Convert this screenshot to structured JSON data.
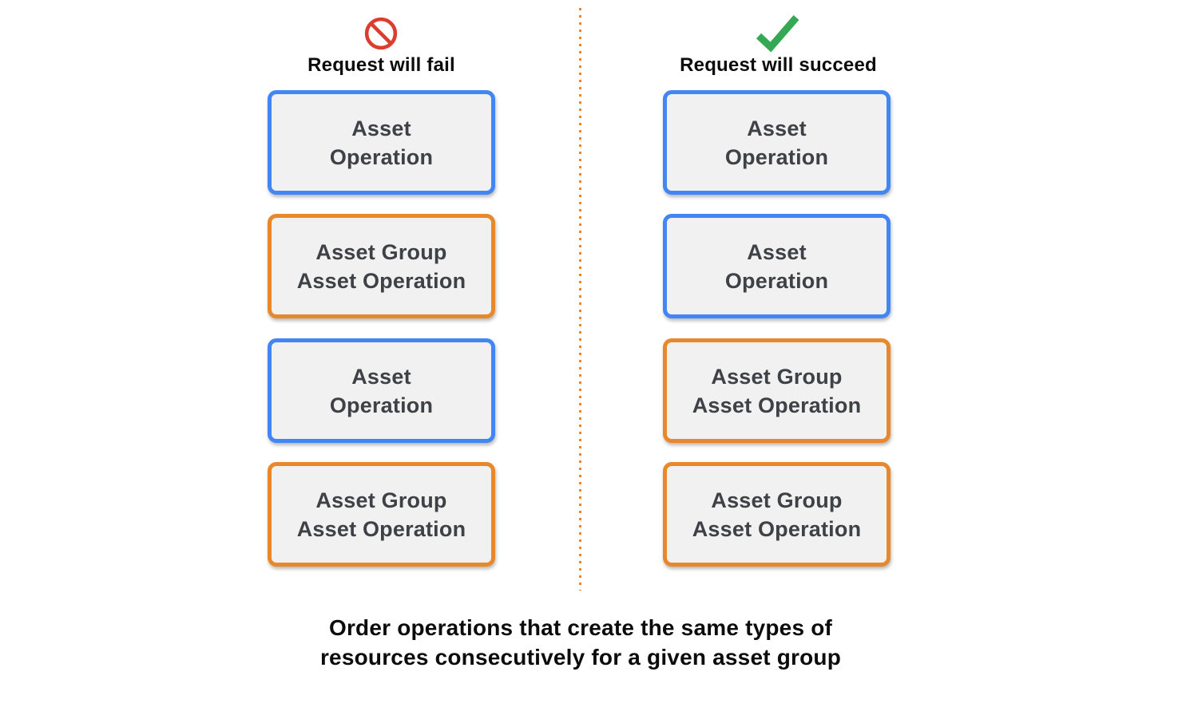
{
  "colors": {
    "blue_border": "#4285f4",
    "orange_border": "#e8882b",
    "box_fill": "#f1f1f1",
    "box_text": "#3e4145",
    "prohibited_red": "#db3d2e",
    "check_green": "#34a853",
    "divider_orange": "#e8882b"
  },
  "columns": [
    {
      "id": "fail",
      "icon": "prohibited-icon",
      "header": "Request will fail",
      "boxes": [
        {
          "line1": "Asset",
          "line2": "Operation",
          "border": "blue"
        },
        {
          "line1": "Asset Group",
          "line2": "Asset Operation",
          "border": "orange"
        },
        {
          "line1": "Asset",
          "line2": "Operation",
          "border": "blue"
        },
        {
          "line1": "Asset Group",
          "line2": "Asset Operation",
          "border": "orange"
        }
      ]
    },
    {
      "id": "succeed",
      "icon": "check-icon",
      "header": "Request will succeed",
      "boxes": [
        {
          "line1": "Asset",
          "line2": "Operation",
          "border": "blue"
        },
        {
          "line1": "Asset",
          "line2": "Operation",
          "border": "blue"
        },
        {
          "line1": "Asset Group",
          "line2": "Asset Operation",
          "border": "orange"
        },
        {
          "line1": "Asset Group",
          "line2": "Asset Operation",
          "border": "orange"
        }
      ]
    }
  ],
  "caption": {
    "line1": "Order operations that create the same types of",
    "line2": "resources consecutively for a given asset group"
  }
}
